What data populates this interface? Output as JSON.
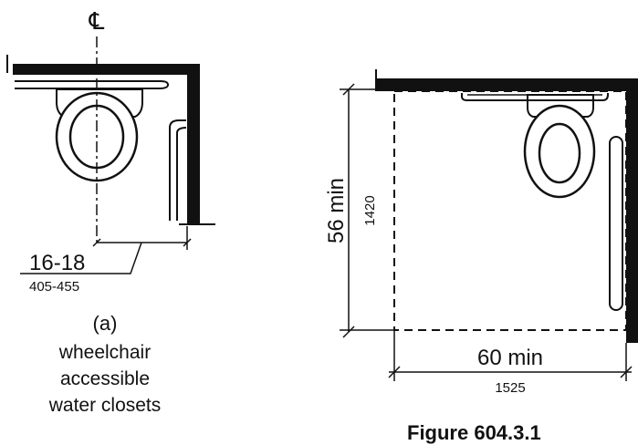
{
  "left_figure": {
    "centerline_symbol": "℄",
    "dim_imperial": "16-18",
    "dim_metric": "405-455",
    "caption_letter": "(a)",
    "caption_lines": [
      "wheelchair",
      "accessible",
      "water closets"
    ]
  },
  "right_figure": {
    "depth_imperial": "56 min",
    "depth_metric": "1420",
    "width_imperial": "60 min",
    "width_metric": "1525"
  },
  "figure_label": "Figure 604.3.1"
}
